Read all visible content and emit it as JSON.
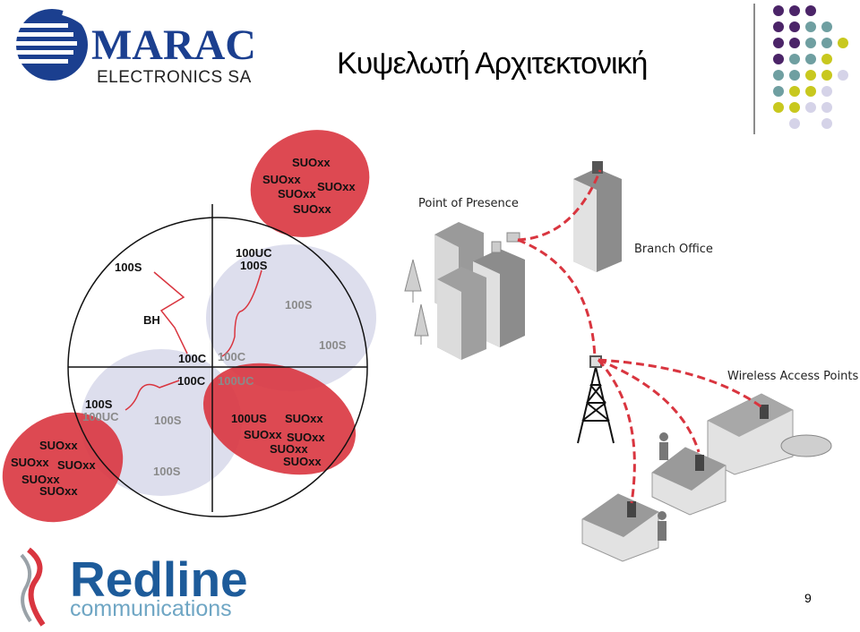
{
  "header": {
    "company_name": "MARAC",
    "company_subtitle": "ELECTRONICS SA",
    "title": "Κυψελωτή Αρχιτεκτονική"
  },
  "cell_diagram": {
    "labels": {
      "top_cluster": [
        "SUOxx",
        "SUOxx",
        "SUOxx",
        "SUOxx",
        "SUOxx"
      ],
      "nw_100s": "100S",
      "n_100uc": "100UC",
      "n_100s": "100S",
      "e_100s_1": "100S",
      "e_100s_2": "100S",
      "bh": "BH",
      "c_100c_nw": "100C",
      "c_100c_ne": "100C",
      "c_100c_sw": "100C",
      "c_100uc_se": "100UC",
      "w_100s": "100S",
      "w_100uc": "100UC",
      "sw_100s_1": "100S",
      "sw_100s_2": "100S",
      "se_100us": "100US",
      "se_cluster": [
        "SUOxx",
        "SUOxx",
        "SUOxx",
        "SUOxx",
        "SUOxx"
      ],
      "sw_cluster": [
        "SUOxx",
        "SUOxx",
        "SUOxx",
        "SUOxx",
        "SUOxx"
      ]
    }
  },
  "network": {
    "point_of_presence": "Point of Presence",
    "branch_office": "Branch Office",
    "wireless_access_points": "Wireless Access Points"
  },
  "footer": {
    "brand": "Redline",
    "brand_subtitle": "communications",
    "page_number": "9"
  },
  "colors": {
    "red_zone": "#d9353f",
    "lavender_zone": "#d7d8ea",
    "dot_purple": "#4b2468",
    "dot_teal": "#6f9fa1",
    "dot_yellow": "#c8c81e",
    "dot_lilac": "#d5d3e8",
    "redline_blue": "#1d5b9a",
    "marac_blue": "#1b3f8f"
  }
}
